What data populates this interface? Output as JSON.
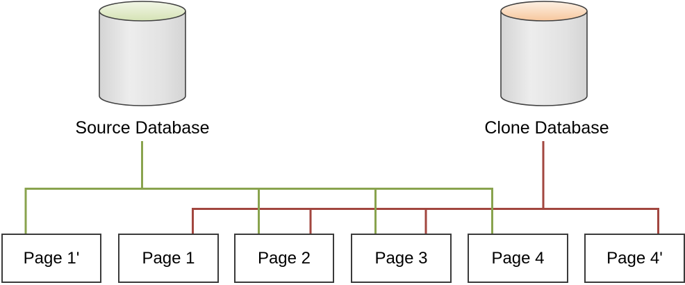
{
  "source": {
    "label": "Source Database"
  },
  "clone": {
    "label": "Clone Database"
  },
  "pages": [
    {
      "label": "Page 1'"
    },
    {
      "label": "Page 1"
    },
    {
      "label": "Page 2"
    },
    {
      "label": "Page 3"
    },
    {
      "label": "Page 4"
    },
    {
      "label": "Page 4'"
    }
  ],
  "connections": {
    "source": [
      "Page 1'",
      "Page 2",
      "Page 3",
      "Page 4"
    ],
    "clone": [
      "Page 1",
      "Page 2",
      "Page 3",
      "Page 4'"
    ]
  },
  "colors": {
    "source_line": "#89A34E",
    "clone_line": "#A2463F",
    "source_cylinder_top_light": "#F2F6E7",
    "source_cylinder_top": "#D5E3B5",
    "clone_cylinder_top_light": "#FDF1E4",
    "clone_cylinder_top": "#F7C79D",
    "cylinder_body_light": "#EDEDED",
    "cylinder_body": "#E2E2E2",
    "cylinder_body_edge": "#D4D4D4",
    "shape_outline": "#404040"
  }
}
